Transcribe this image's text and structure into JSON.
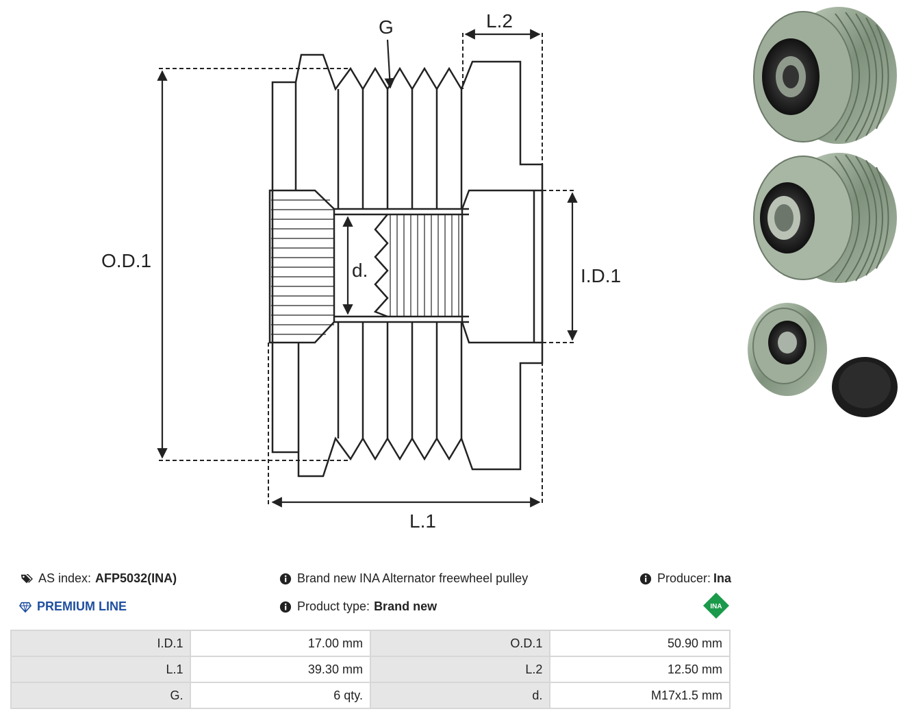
{
  "drawing": {
    "labels": {
      "g": "G",
      "l2": "L.2",
      "od1": "O.D.1",
      "id1": "I.D.1",
      "d": "d.",
      "l1": "L.1"
    }
  },
  "info": {
    "as_index_label": "AS index:",
    "as_index_value": "AFP5032(INA)",
    "description": "Brand new INA Alternator freewheel pulley",
    "producer_label": "Producer:",
    "producer_value": "Ina",
    "premium_line": "PREMIUM LINE",
    "product_type_label": "Product type:",
    "product_type_value": "Brand new",
    "logo_text": "INA"
  },
  "specs": [
    {
      "label_a": "I.D.1",
      "value_a": "17.00 mm",
      "label_b": "O.D.1",
      "value_b": "50.90 mm"
    },
    {
      "label_a": "L.1",
      "value_a": "39.30 mm",
      "label_b": "L.2",
      "value_b": "12.50 mm"
    },
    {
      "label_a": "G.",
      "value_a": "6 qty.",
      "label_b": "d.",
      "value_b": "M17x1.5 mm"
    }
  ],
  "colors": {
    "accent": "#1f4fa0",
    "logo_green": "#1a9a4a",
    "table_label_bg": "#e6e6e6",
    "table_border": "#d7d7d7"
  }
}
